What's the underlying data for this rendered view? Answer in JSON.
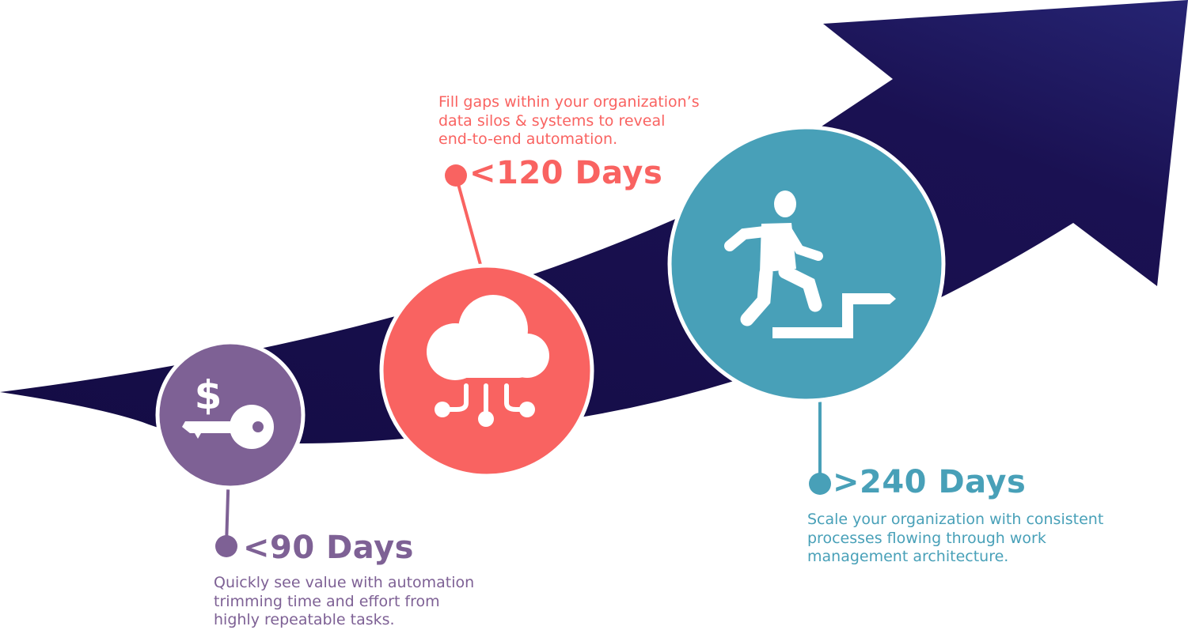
{
  "colors": {
    "arrow": "#1a1150",
    "purple": "#7e6195",
    "coral": "#f96361",
    "teal": "#48a0b8",
    "white": "#ffffff"
  },
  "stages": [
    {
      "days": "<90 Days",
      "description": [
        "Quickly see value with automation",
        "trimming time and effort from",
        "highly repeatable tasks."
      ],
      "icon": "dollar-key-icon"
    },
    {
      "days": "<120 Days",
      "description": [
        "Fill gaps within your organization’s",
        "data silos & systems to reveal",
        "end-to-end automation."
      ],
      "icon": "cloud-network-icon"
    },
    {
      "days": ">240 Days",
      "description": [
        "Scale your organization with consistent",
        "processes flowing through work",
        "management architecture."
      ],
      "icon": "person-climbing-stairs-icon"
    }
  ]
}
